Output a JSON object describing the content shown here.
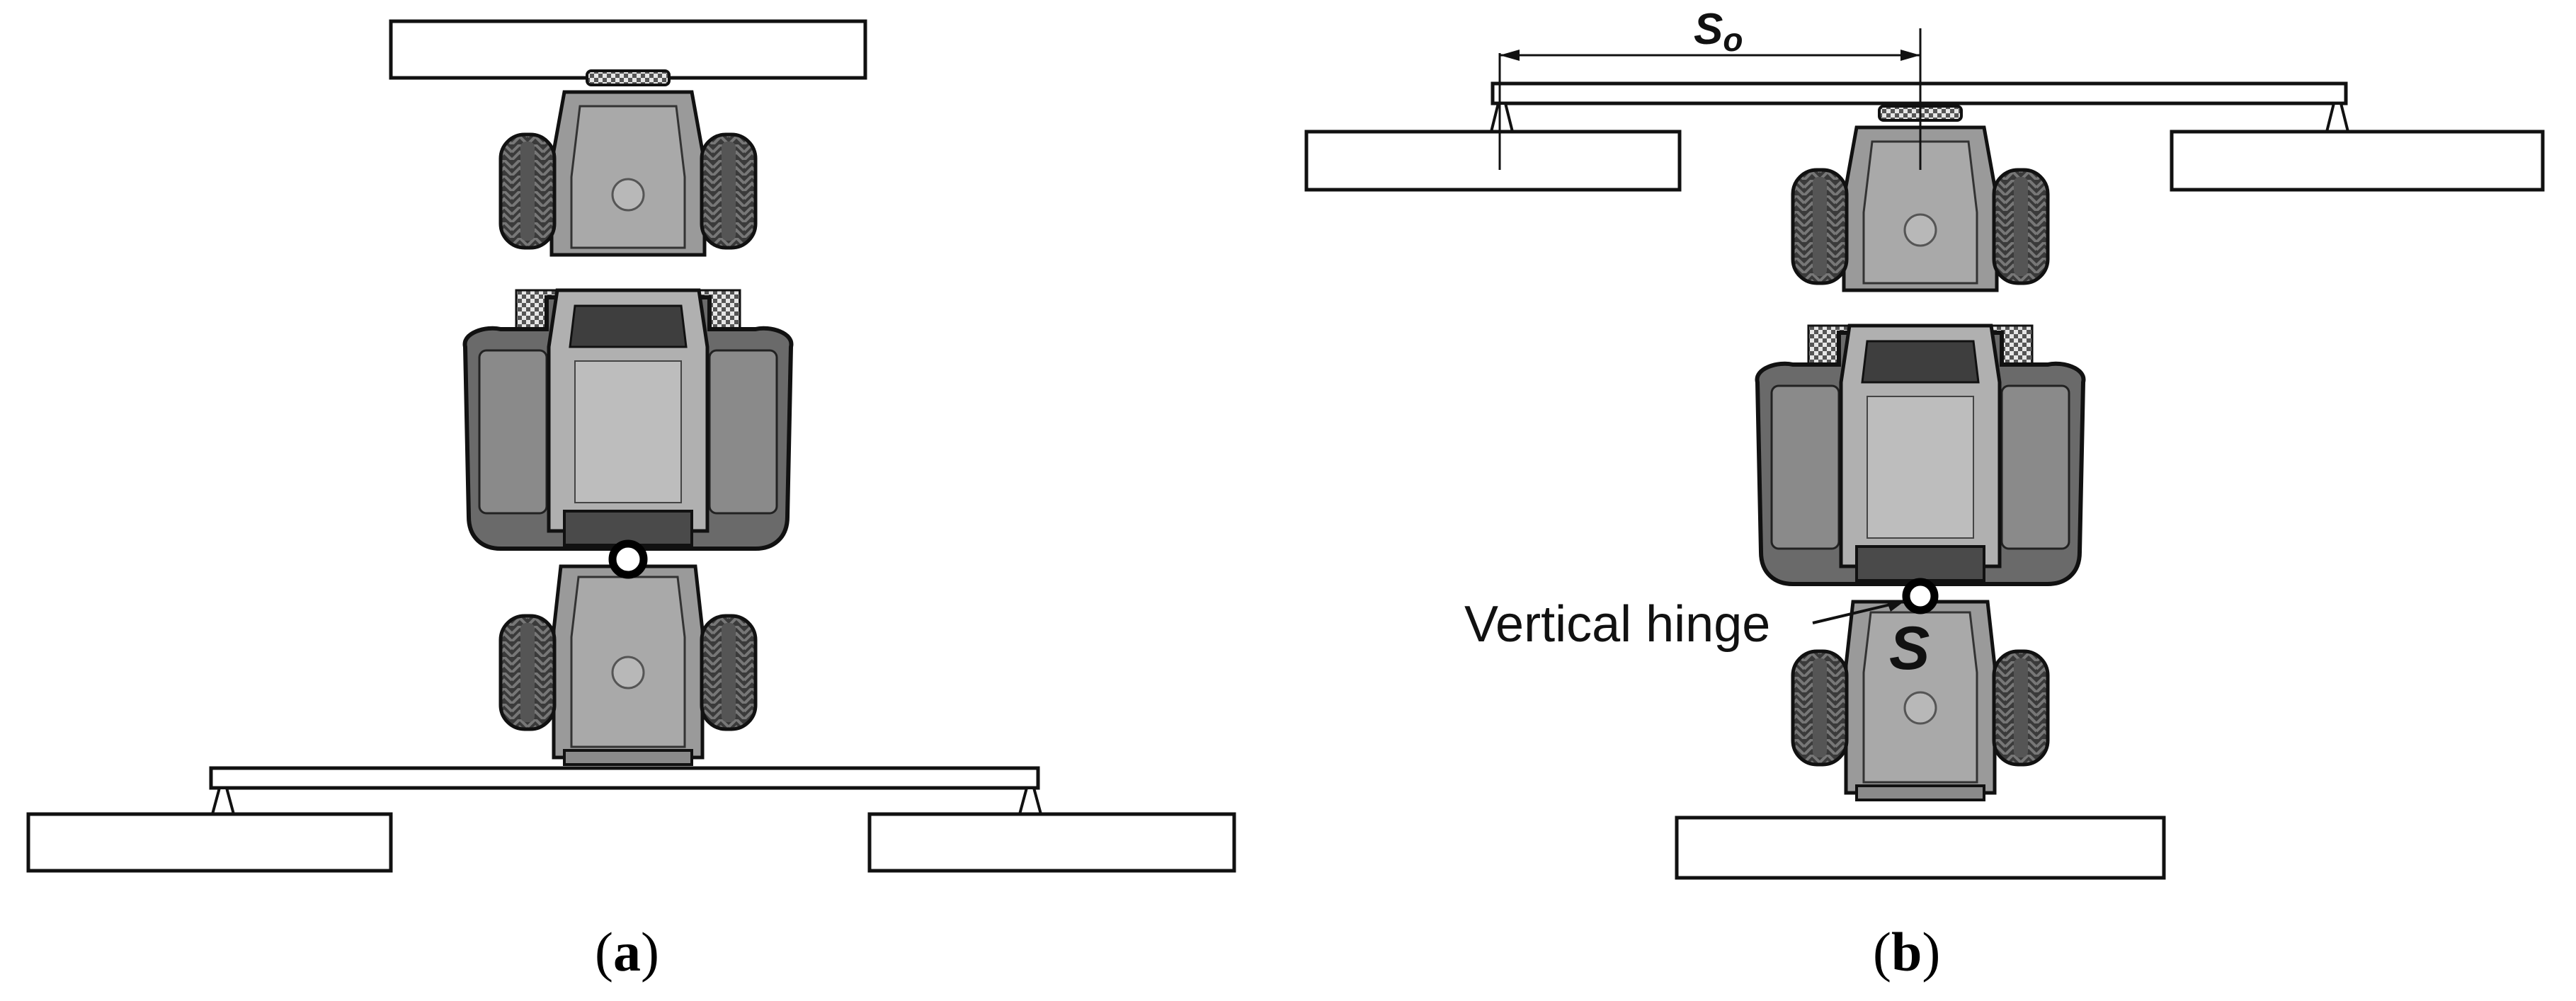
{
  "panels": [
    {
      "id": "a",
      "caption_open": "(",
      "caption_letter": "a",
      "caption_close": ")"
    },
    {
      "id": "b",
      "caption_open": "(",
      "caption_letter": "b",
      "caption_close": ")",
      "hinge_label": "Vertical hinge",
      "hinge_symbol": "S",
      "offset_label": "S",
      "offset_subscript": "o"
    }
  ],
  "colors": {
    "outline": "#111111",
    "body": "#9a9a9a",
    "cab": "#a8a8a8",
    "tire": "#3a3a3a",
    "grille": "#cfcfcf",
    "background": "#ffffff"
  }
}
